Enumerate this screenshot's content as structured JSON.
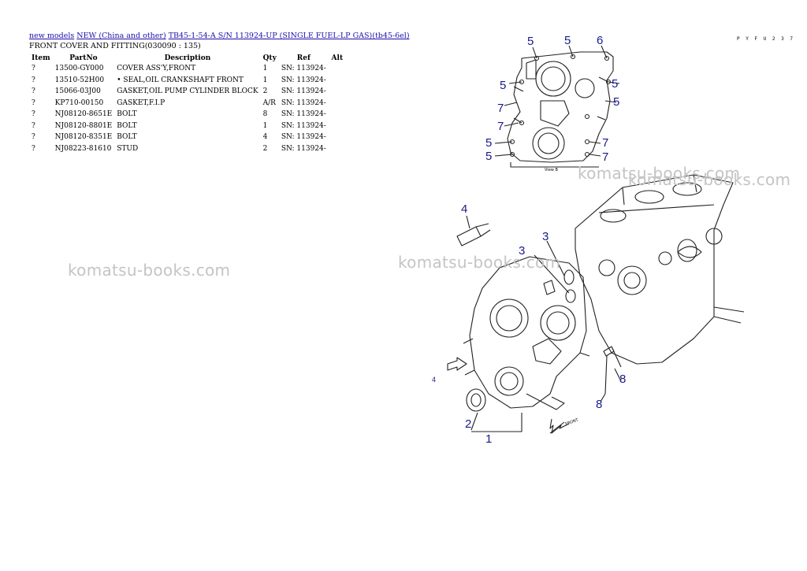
{
  "breadcrumb": {
    "link1": "new models",
    "link2": "NEW (China and other)",
    "link3": "TB45-1-54-A S/N 113924-UP (SINGLE FUEL-LP GAS)(tb45-6el)"
  },
  "section_title": "FRONT COVER AND FITTING(030090 : 135)",
  "table": {
    "headers": [
      "Item",
      "PartNo",
      "Description",
      "Qty",
      "Ref",
      "Alt"
    ],
    "rows": [
      {
        "item": "?",
        "partno": "13500-GY000",
        "desc": "COVER ASS'Y,FRONT",
        "qty": "1",
        "ref": "SN: 113924-",
        "alt": ""
      },
      {
        "item": "?",
        "partno": "13510-52H00",
        "desc": "• SEAL,OIL CRANKSHAFT FRONT",
        "qty": "1",
        "ref": "SN: 113924-",
        "alt": ""
      },
      {
        "item": "?",
        "partno": "15066-03J00",
        "desc": "GASKET,OIL PUMP CYLINDER BLOCK",
        "qty": "2",
        "ref": "SN: 113924-",
        "alt": ""
      },
      {
        "item": "?",
        "partno": "KP710-00150",
        "desc": "GASKET,F.I.P",
        "qty": "A/R",
        "ref": "SN: 113924-",
        "alt": ""
      },
      {
        "item": "?",
        "partno": "NJ08120-8651E",
        "desc": "BOLT",
        "qty": "8",
        "ref": "SN: 113924-",
        "alt": ""
      },
      {
        "item": "?",
        "partno": "NJ08120-8801E",
        "desc": "BOLT",
        "qty": "1",
        "ref": "SN: 113924-",
        "alt": ""
      },
      {
        "item": "?",
        "partno": "NJ08120-8351E",
        "desc": "BOLT",
        "qty": "4",
        "ref": "SN: 113924-",
        "alt": ""
      },
      {
        "item": "?",
        "partno": "NJ08223-81610",
        "desc": "STUD",
        "qty": "2",
        "ref": "SN: 113924-",
        "alt": ""
      }
    ]
  },
  "watermark": "komatsu-books.com",
  "diagram": {
    "code": "P Y F U 2 3 7",
    "view_label": "View B",
    "callouts": [
      "5",
      "5",
      "6",
      "5",
      "5",
      "5",
      "7",
      "7",
      "5",
      "7",
      "5",
      "7",
      "4",
      "3",
      "3",
      "4",
      "8",
      "8",
      "2",
      "1"
    ],
    "arrow_label": "FRONT"
  }
}
